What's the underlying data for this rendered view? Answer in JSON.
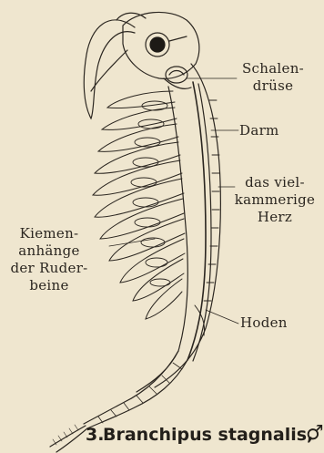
{
  "labels": {
    "schalendruese_line1": "Schalen-",
    "schalendruese_line2": "drüse",
    "darm": "Darm",
    "herz_line1": "das viel-",
    "herz_line2": "kammerige",
    "herz_line3": "Herz",
    "kiemen_line1": "Kiemen-",
    "kiemen_line2": "anhänge",
    "kiemen_line3": "der Ruder-",
    "kiemen_line4": "beine",
    "hoden": "Hoden"
  },
  "caption": {
    "number": "3.",
    "species": "Branchipus stagnalis,",
    "sex_symbol": "♂"
  },
  "colors": {
    "paper": "#efe6cf",
    "ink": "#2b2620"
  }
}
